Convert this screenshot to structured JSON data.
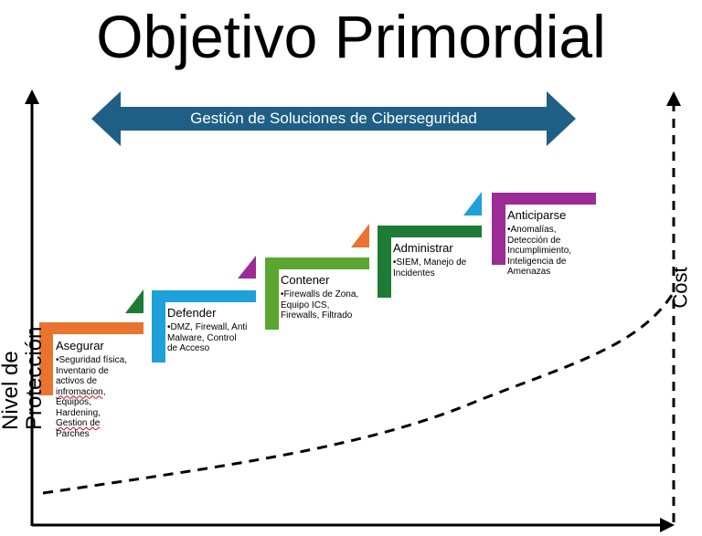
{
  "title": "Objetivo Primordial",
  "banner": {
    "label": "Gestión de Soluciones de Ciberseguridad",
    "color": "#1f5f86"
  },
  "axes": {
    "y_label": "Nivel de Protección",
    "cost_label": "Cost"
  },
  "steps": [
    {
      "title": "Asegurar",
      "color": "#e8742f",
      "accent": "#1e7b35",
      "lines": [
        "•Seguridad física,",
        "Inventario de",
        "activos de",
        "infromacion,",
        "Equipos,",
        "Hardening,",
        "Gestion de",
        "Parches"
      ]
    },
    {
      "title": "Defender",
      "color": "#1ea0d8",
      "accent": "#9c2a97",
      "lines": [
        "•DMZ, Firewall, Anti",
        "Malware, Control",
        "de Acceso"
      ]
    },
    {
      "title": "Contener",
      "color": "#5aa631",
      "accent": "#e8742f",
      "lines": [
        "•Firewalls de Zona,",
        "Equipo ICS,",
        "Firewalls, Filtrado"
      ]
    },
    {
      "title": "Administrar",
      "color": "#1e7b35",
      "accent": "#1ea0d8",
      "lines": [
        "•SIEM, Manejo de",
        "Incidentes"
      ]
    },
    {
      "title": "Anticiparse",
      "color": "#9c2a97",
      "accent": null,
      "lines": [
        "•Anomalías,",
        "Detección de",
        "Incumplimiento,",
        "Inteligencia de",
        "Amenazas"
      ]
    }
  ]
}
